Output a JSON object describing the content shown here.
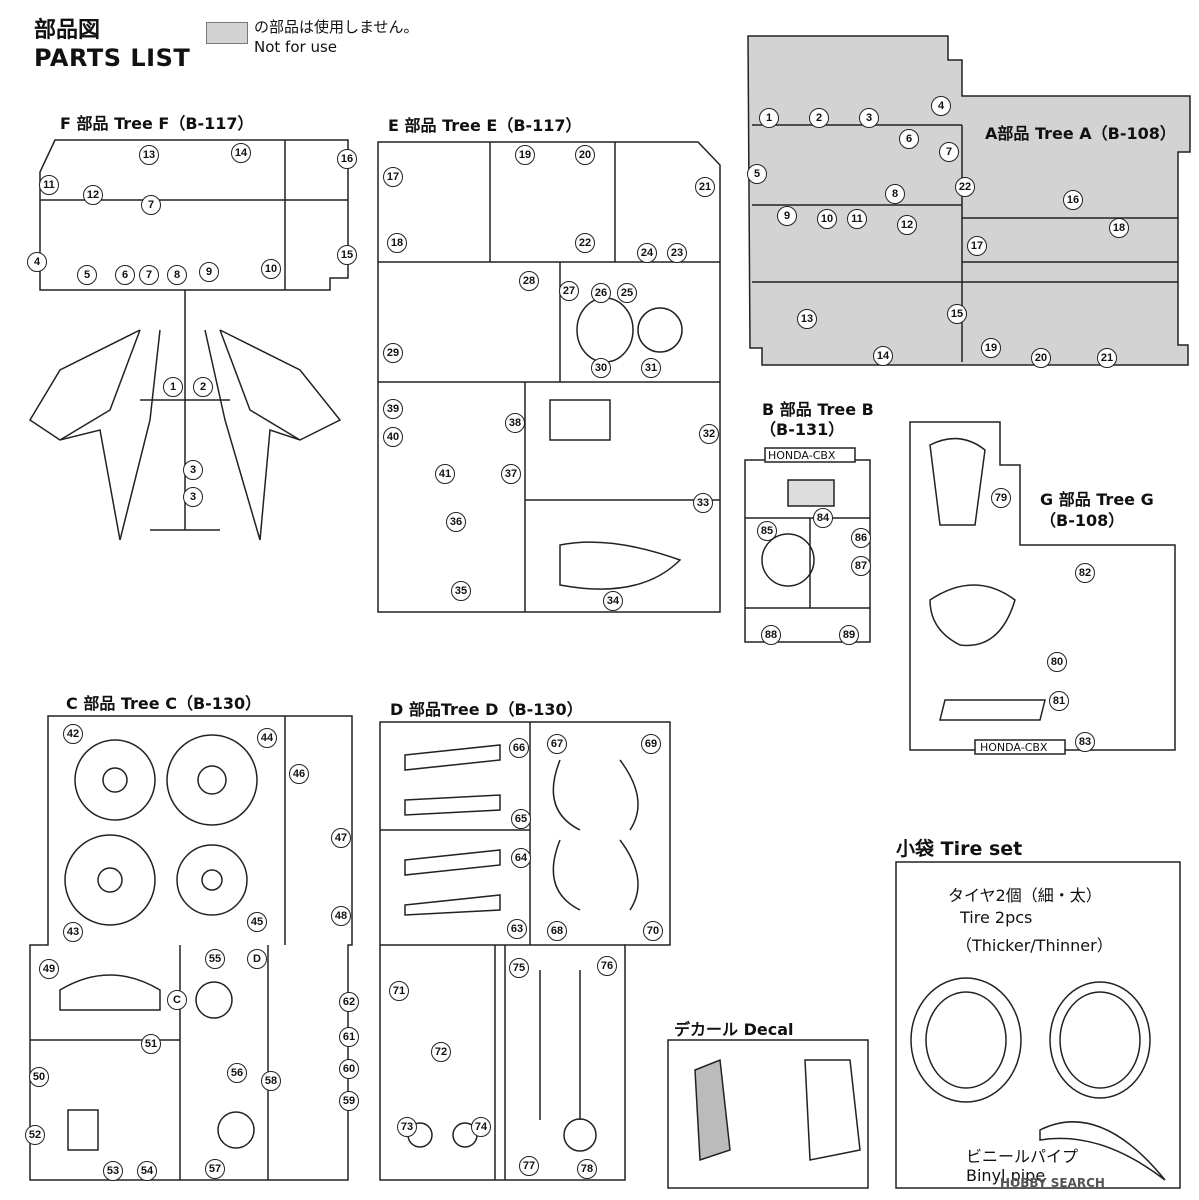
{
  "header": {
    "title_jp": "部品図",
    "title_en": "PARTS LIST",
    "legend_jp": "の部品は使用しません。",
    "legend_en": "Not for use"
  },
  "trees": {
    "f": "F 部品 Tree F（B-117）",
    "e": "E 部品 Tree E（B-117）",
    "a": "A部品 Tree A（B-108）",
    "b1": "B 部品 Tree B",
    "b2": "（B-131）",
    "g1": "G 部品 Tree G",
    "g2": "（B-108）",
    "c": "C 部品 Tree C（B-130）",
    "d": "D 部品Tree D（B-130）"
  },
  "stamps": {
    "b": "HONDA-CBX",
    "g": "HONDA-CBX"
  },
  "tire": {
    "title": "小袋 Tire set",
    "jp": "タイヤ2個（細・太）",
    "en1": "Tire 2pcs",
    "en2": "（Thicker/Thinner）",
    "pipe_jp": "ビニールパイプ",
    "pipe_en": "Binyl pipe"
  },
  "decal": "デカール Decal",
  "watermark": "HOBBY SEARCH",
  "colors": {
    "unused": "#d3d3d3",
    "line": "#222222"
  },
  "part_numbers": [
    "1",
    "2",
    "3",
    "4",
    "5",
    "6",
    "7",
    "8",
    "9",
    "10",
    "11",
    "12",
    "13",
    "14",
    "15",
    "16",
    "17",
    "18",
    "19",
    "20",
    "21",
    "22",
    "23",
    "24",
    "25",
    "26",
    "27",
    "28",
    "29",
    "30",
    "31",
    "32",
    "33",
    "34",
    "35",
    "36",
    "37",
    "38",
    "39",
    "40",
    "41",
    "42",
    "43",
    "44",
    "45",
    "46",
    "47",
    "48",
    "49",
    "50",
    "51",
    "52",
    "53",
    "54",
    "55",
    "56",
    "57",
    "58",
    "59",
    "60",
    "61",
    "62",
    "63",
    "64",
    "65",
    "66",
    "67",
    "68",
    "69",
    "70",
    "71",
    "72",
    "73",
    "74",
    "75",
    "76",
    "77",
    "78",
    "79",
    "80",
    "81",
    "82",
    "83",
    "84",
    "85",
    "86",
    "87",
    "88",
    "89",
    "C",
    "D"
  ]
}
